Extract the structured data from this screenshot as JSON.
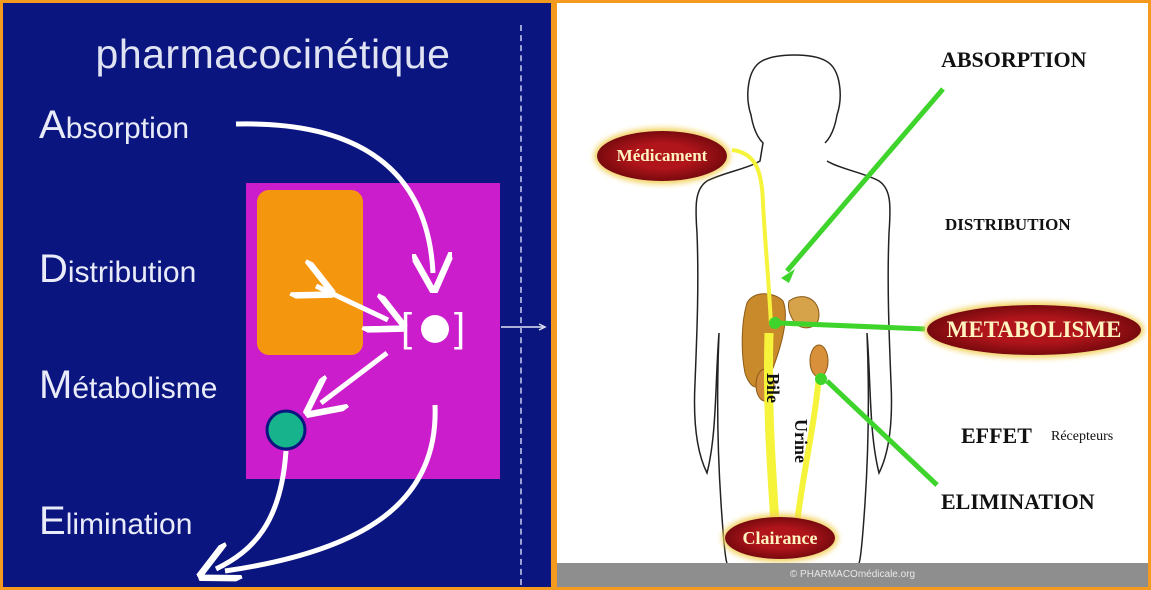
{
  "left_panel": {
    "title": "pharmacocinétique",
    "steps": [
      {
        "initial": "A",
        "rest": "bsorption"
      },
      {
        "initial": "D",
        "rest": "istribution"
      },
      {
        "initial": "M",
        "rest": "étabolisme"
      },
      {
        "initial": "E",
        "rest": "limination"
      }
    ],
    "colors": {
      "background": "#0b1580",
      "box": "#cc1dcc",
      "compartment": "#f5960f",
      "metabolite": "#17b38c"
    },
    "symbol_open": "[",
    "symbol_close": "]"
  },
  "right_panel": {
    "labels": {
      "absorption": "ABSORPTION",
      "distribution": "DISTRIBUTION",
      "effet": "EFFET",
      "recepteurs": "Récepteurs",
      "elimination": "ELIMINATION"
    },
    "pills": {
      "medicament": "Médicament",
      "metabolisme": "METABOLISME",
      "clairance": "Clairance"
    },
    "vertical_labels": {
      "bile": "Bile",
      "urine": "Urine"
    },
    "footer": "© PHARMACOmédicale.org",
    "colors": {
      "arrow": "#3fd42c",
      "path": "#f5f33a",
      "pill": "#b0151b"
    }
  }
}
